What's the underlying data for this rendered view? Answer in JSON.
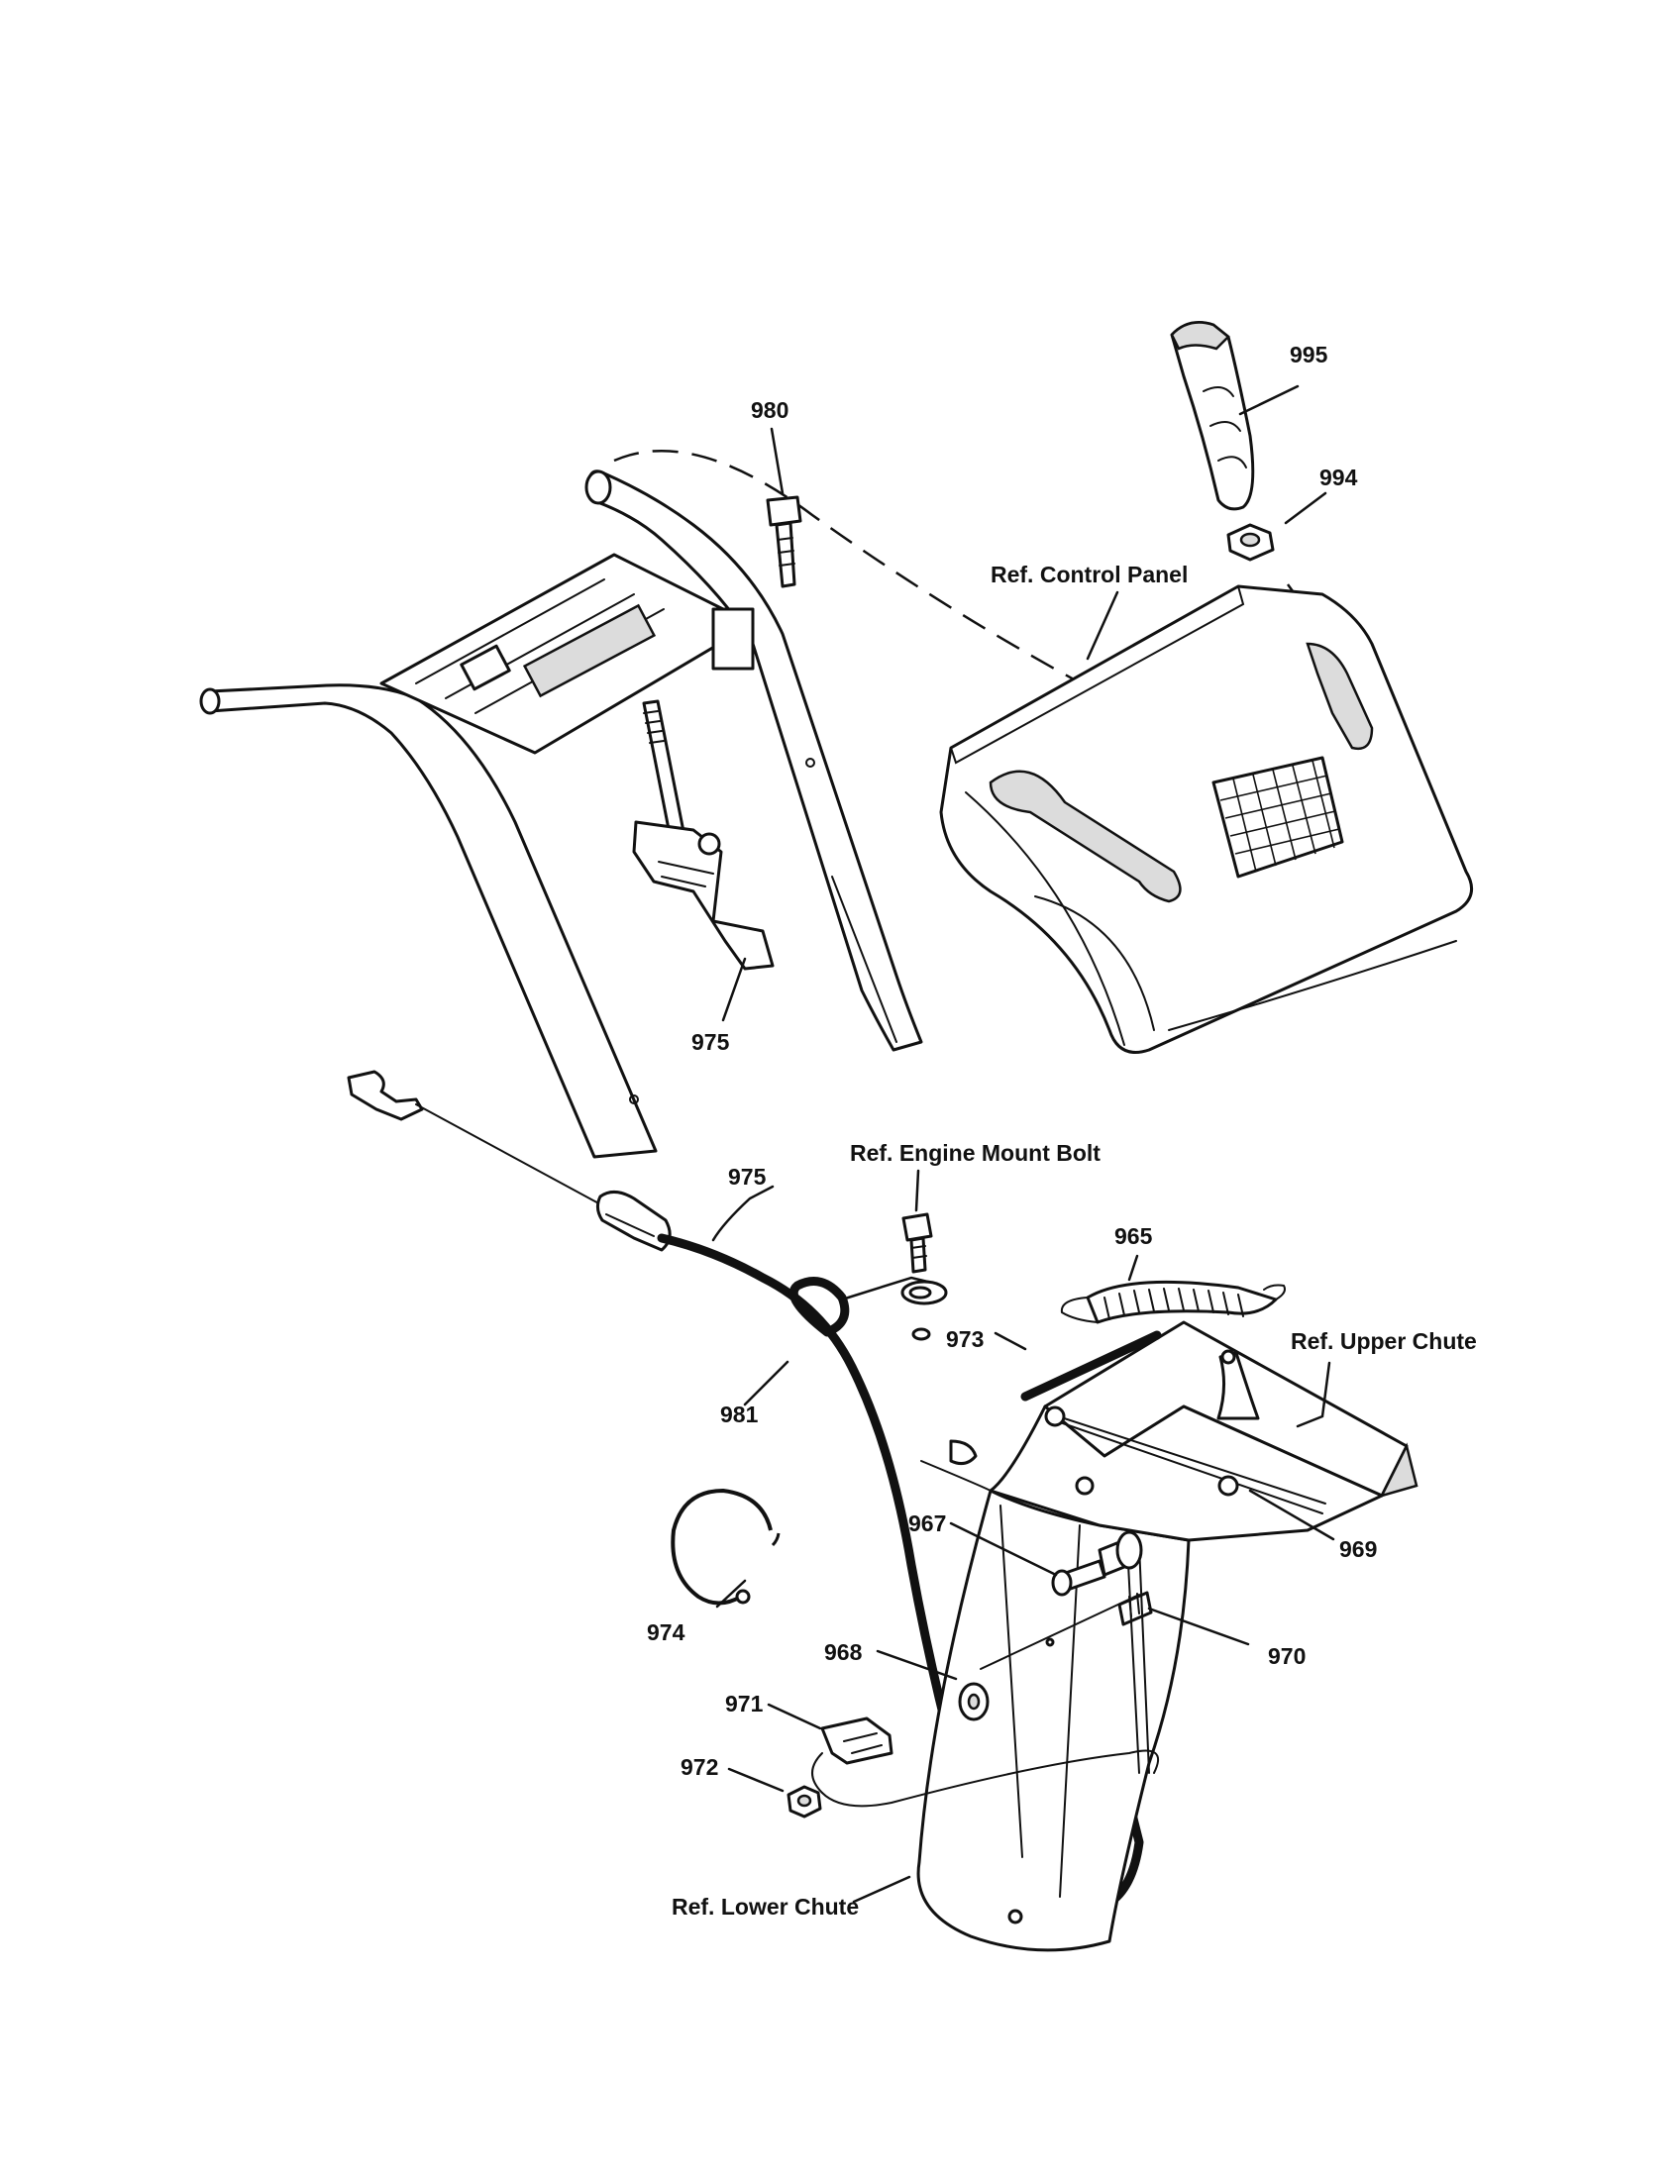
{
  "labels": {
    "p995": "995",
    "p994": "994",
    "p980": "980",
    "ref_control_panel": "Ref. Control Panel",
    "p975_handle": "975",
    "p975_cable": "975",
    "ref_engine_mount_bolt": "Ref. Engine Mount Bolt",
    "p965": "965",
    "ref_upper_chute": "Ref. Upper Chute",
    "p973": "973",
    "p981": "981",
    "p967": "967",
    "p969": "969",
    "p974": "974",
    "p968": "968",
    "p970": "970",
    "p971": "971",
    "p972": "972",
    "ref_lower_chute": "Ref. Lower Chute"
  },
  "colors": {
    "line": "#111111",
    "paper": "#ffffff"
  }
}
